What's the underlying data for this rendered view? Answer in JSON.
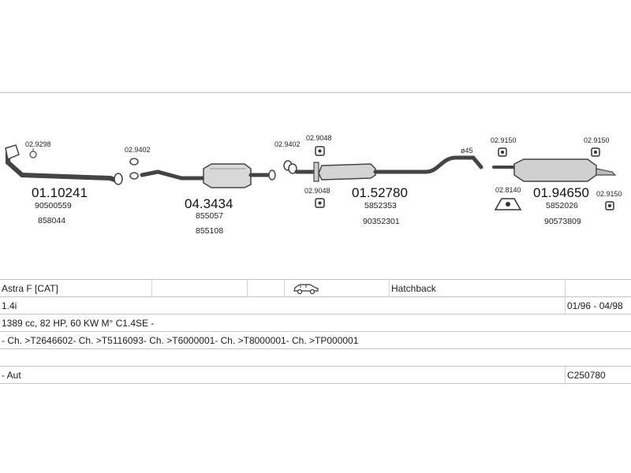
{
  "parts": {
    "p1_main": "01.10241",
    "p1_ref1": "90500559",
    "p1_ref2": "858044",
    "p1_clamp": "02.9298",
    "p2_clamp": "02.9402",
    "p2_main": "04.3434",
    "p2_ref1": "855057",
    "p2_ref2": "855108",
    "p3_clamp": "02.9402",
    "p3_hanger_top": "02.9048",
    "p3_hanger_bottom": "02.9048",
    "p3_main": "01.52780",
    "p3_ref1": "5852353",
    "p3_ref2": "90352301",
    "p3_diameter": "ø45",
    "p4_hanger_top_left": "02.9150",
    "p4_hanger_top_right": "02.9150",
    "p4_hanger_right": "02.9150",
    "p4_bracket": "02.8140",
    "p4_main": "01.94650",
    "p4_ref1": "5852026",
    "p4_ref2": "90573809"
  },
  "vehicle": {
    "model": "Astra F  [CAT]",
    "car_icon": "car-icon",
    "body": "Hatchback",
    "engine": "1.4i",
    "years": "01/96 - 04/98",
    "spec": "1389 cc, 82 HP, 60 KW M° C1.4SE -",
    "chassis": "- Ch. >T2646602- Ch. >T5116093- Ch. >T6000001- Ch. >T8000001- Ch. >TP000001",
    "transmission": "- Aut",
    "code": "C250780"
  },
  "colors": {
    "line": "#444444",
    "rule": "#b9b9b9"
  }
}
